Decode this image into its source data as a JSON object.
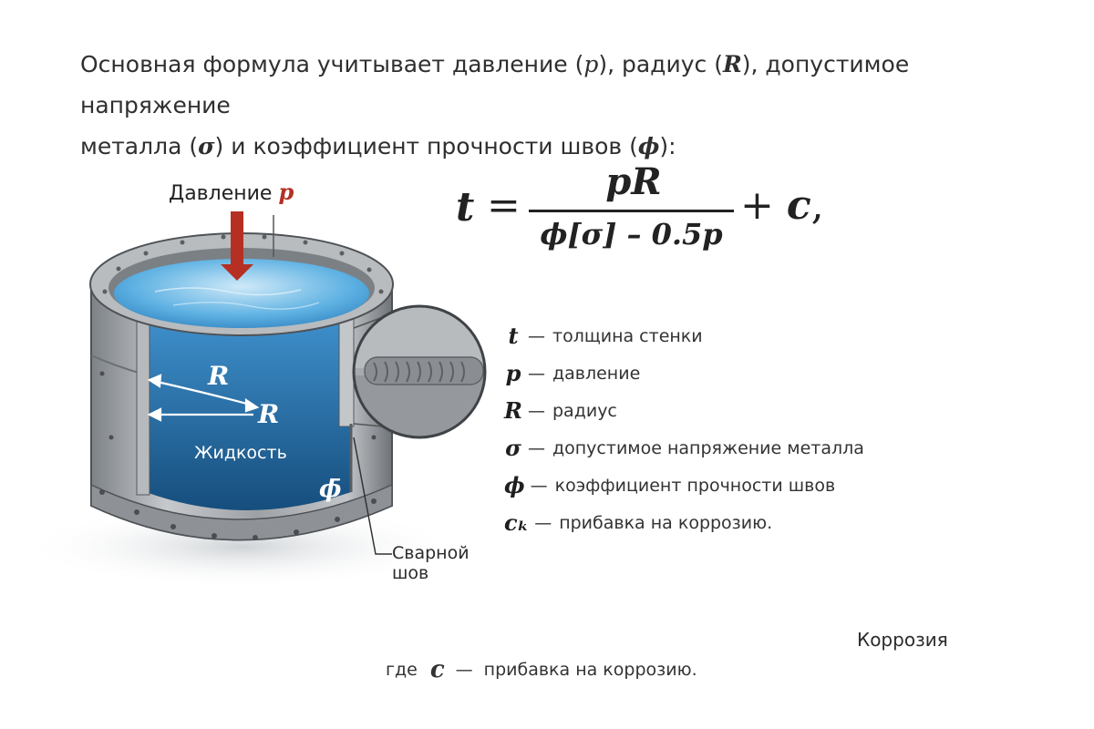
{
  "intro": {
    "t1": "Основная формула учитывает давление (",
    "p": "p",
    "t2": "), радиус (",
    "R": "R",
    "t3": "), допустимое напряжение",
    "t4": "металла (",
    "sigma": "σ",
    "t5": ") и коэффициент прочности швов (",
    "phi": "ϕ",
    "t6": "):"
  },
  "formula": {
    "lhs": "t",
    "eq": "=",
    "numerator": "pR",
    "denominator": "ϕ[σ] – 0.5p",
    "tail_plus": "+",
    "tail_c": "c",
    "tail_comma": ","
  },
  "legend": [
    {
      "sym": "t",
      "dash": "—",
      "text": "толщина стенки"
    },
    {
      "sym": "p",
      "dash": "—",
      "text": "давление"
    },
    {
      "sym": "R",
      "dash": "—",
      "text": "радиус"
    },
    {
      "sym": "σ",
      "dash": "—",
      "text": "допустимое напряжение металла"
    },
    {
      "sym": "ϕ",
      "dash": "—",
      "text": "коэффициент прочности швов"
    },
    {
      "sym": "cₖ",
      "dash": "—",
      "text": "прибавка на коррозию."
    }
  ],
  "bottom": {
    "prefix": "где",
    "sym": "c",
    "dash": "—",
    "text": "прибавка на коррозию."
  },
  "labels": {
    "pressure": "Давление",
    "pressure_sym": "p",
    "radius1": "R",
    "radius2": "R",
    "liquid": "Жидкость",
    "phi_inside": "ϕ̄",
    "weld_line1": "Сварной",
    "weld_line2": "шов",
    "corrosion": "Коррозия"
  },
  "colors": {
    "water_top": "#4aa3dc",
    "water_deep": "#1b5f93",
    "metal": "#a9adb1",
    "arrow": "#b53023",
    "rust": "#6b4a2e"
  }
}
